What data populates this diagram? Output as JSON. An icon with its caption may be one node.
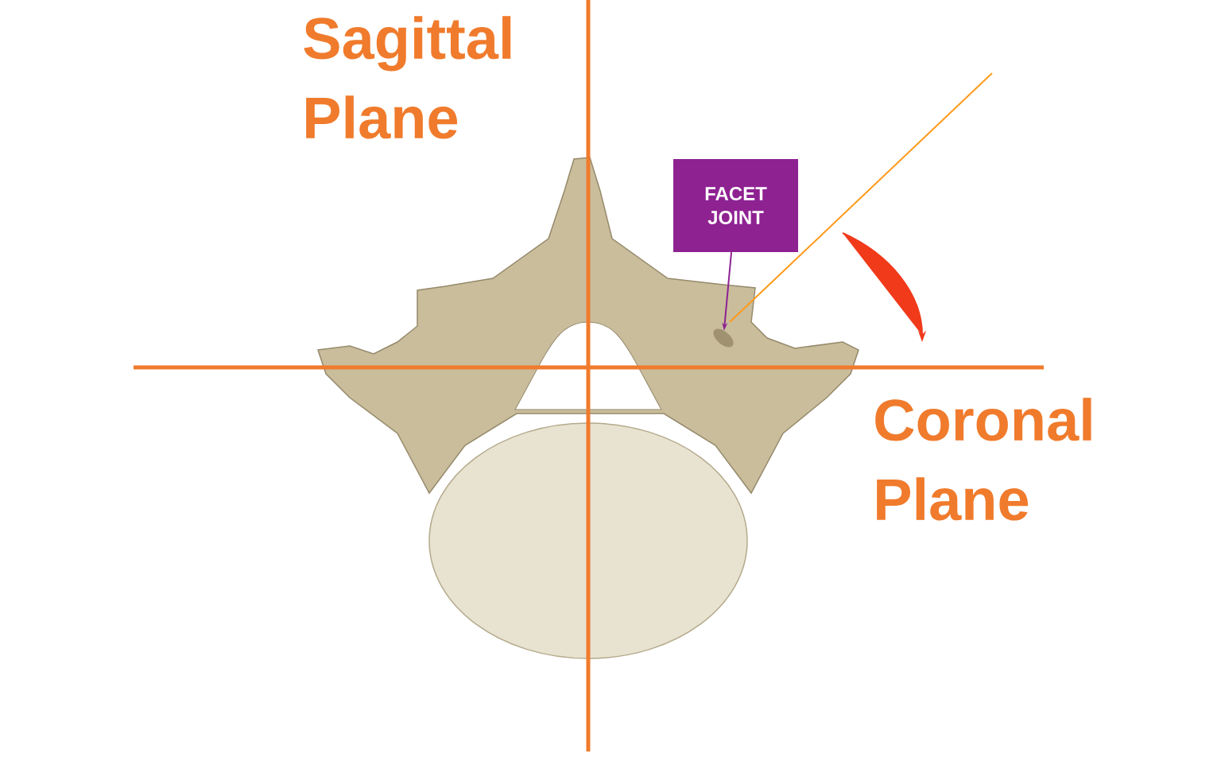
{
  "diagram": {
    "nodes": [
      {
        "text": [
          "FACET JOINT"
        ]
      },
      {
        "text": [],
        "shape": "picture"
      }
    ],
    "edges": [
      {
        "from": 0,
        "to": 1,
        "arrow": "to",
        "color": "#8e2291"
      }
    ],
    "labels": [
      "Sagittal Plane",
      "Coronal Plane"
    ]
  }
}
